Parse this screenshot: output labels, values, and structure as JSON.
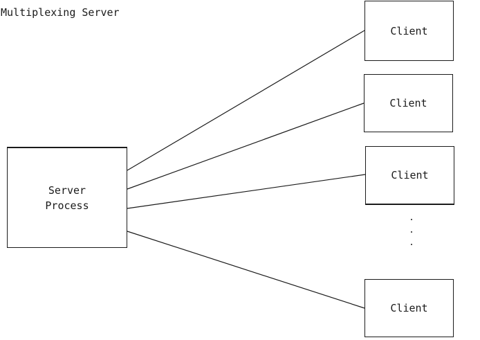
{
  "diagram": {
    "title": "Multiplexing Server",
    "server": {
      "label": "Server\nProcess"
    },
    "clients": [
      {
        "label": "Client"
      },
      {
        "label": "Client"
      },
      {
        "label": "Client"
      },
      {
        "label": "Client"
      }
    ],
    "ellipsis": "..."
  },
  "colors": {
    "stroke": "#1a1a1a",
    "background": "#ffffff"
  }
}
